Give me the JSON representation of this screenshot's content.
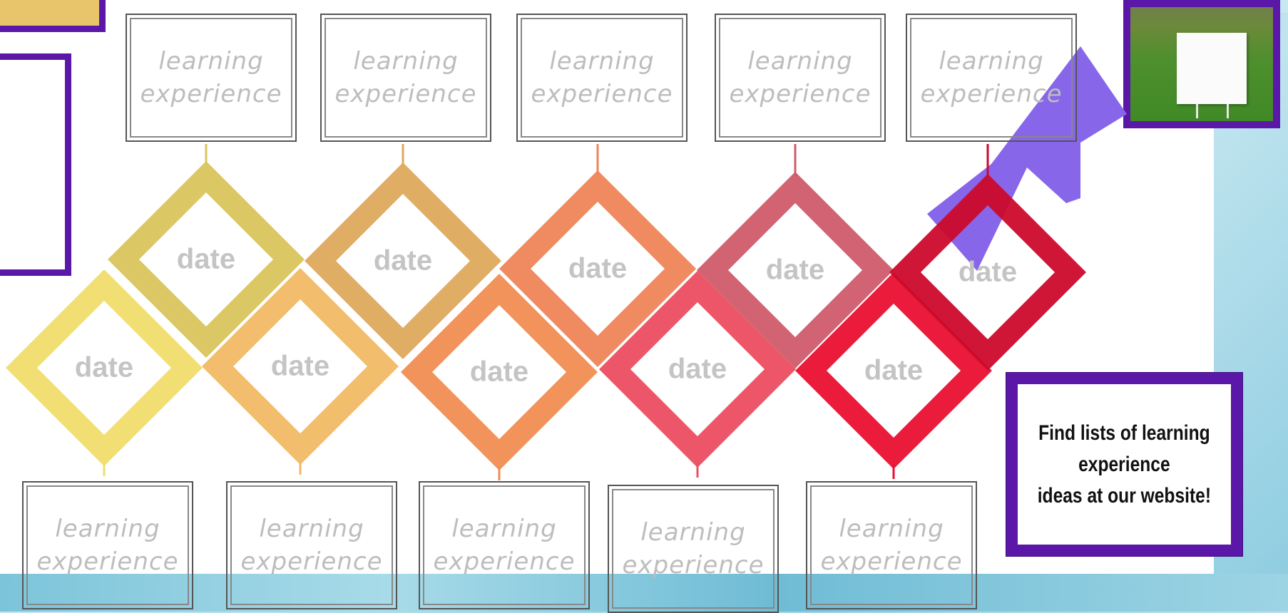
{
  "cards_top": [
    {
      "line1": "learning",
      "line2": "experience"
    },
    {
      "line1": "learning",
      "line2": "experience"
    },
    {
      "line1": "learning",
      "line2": "experience"
    },
    {
      "line1": "learning",
      "line2": "experience"
    },
    {
      "line1": "learning",
      "line2": "experience"
    }
  ],
  "cards_bottom": [
    {
      "line1": "learning",
      "line2": "experience"
    },
    {
      "line1": "learning",
      "line2": "experience"
    },
    {
      "line1": "learning",
      "line2": "experience"
    },
    {
      "line1": "learning",
      "line2": "experience"
    },
    {
      "line1": "learning",
      "line2": "experience"
    }
  ],
  "diamonds_upper": [
    {
      "label": "date",
      "color": "#d9c45c"
    },
    {
      "label": "date",
      "color": "#dea95d"
    },
    {
      "label": "date",
      "color": "#ee8458"
    },
    {
      "label": "date",
      "color": "#cf5b6a"
    },
    {
      "label": "date",
      "color": "#cc0a2c"
    }
  ],
  "diamonds_lower": [
    {
      "label": "date",
      "color": "#f0dd6c"
    },
    {
      "label": "date",
      "color": "#f1b964"
    },
    {
      "label": "date",
      "color": "#f08d52"
    },
    {
      "label": "date",
      "color": "#ec4d60"
    },
    {
      "label": "date",
      "color": "#ea0f32"
    }
  ],
  "callout": {
    "text": "Find lists of learning\nexperience\nideas at our website!"
  },
  "colors": {
    "frame": "#5a17a8",
    "arrow": "#8766ea"
  }
}
